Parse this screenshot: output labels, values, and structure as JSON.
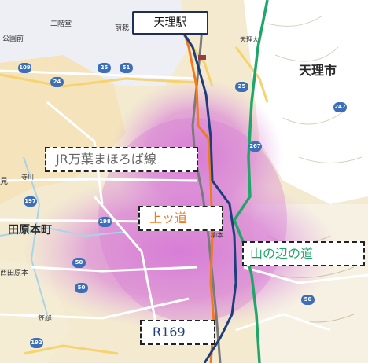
{
  "labels": {
    "tenri_station": "天理駅",
    "tenri_city": "天理市",
    "jr_line": "JR万葉まほろば線",
    "kamitsu_michi": "上ッ道",
    "yamanobe": "山の辺の道",
    "r169": "R169",
    "tawaramoto": "田原本町"
  },
  "map_text": {
    "nikaido": "二階堂",
    "maezono": "前栽",
    "tenri_dai": "天理大",
    "kouenmae": "公園前",
    "ken": "見",
    "tera": "寺川",
    "nishi_tawaramoto": "西田原本",
    "kasanui": "笠縫",
    "yanagimoto": "柳本"
  },
  "route_shields": [
    "109",
    "24",
    "25",
    "51",
    "25",
    "267",
    "247",
    "197",
    "198",
    "50",
    "50",
    "50",
    "192"
  ],
  "colors": {
    "jr_line": "#7a7a7a",
    "kamitsu_michi": "#f07a20",
    "r169": "#1d3e7a",
    "yamanobe": "#21a66a",
    "highlight": "#d36bd8",
    "city_area": "#f3e6c1",
    "water": "#a8d4ea",
    "shield": "#3c6fb8"
  }
}
